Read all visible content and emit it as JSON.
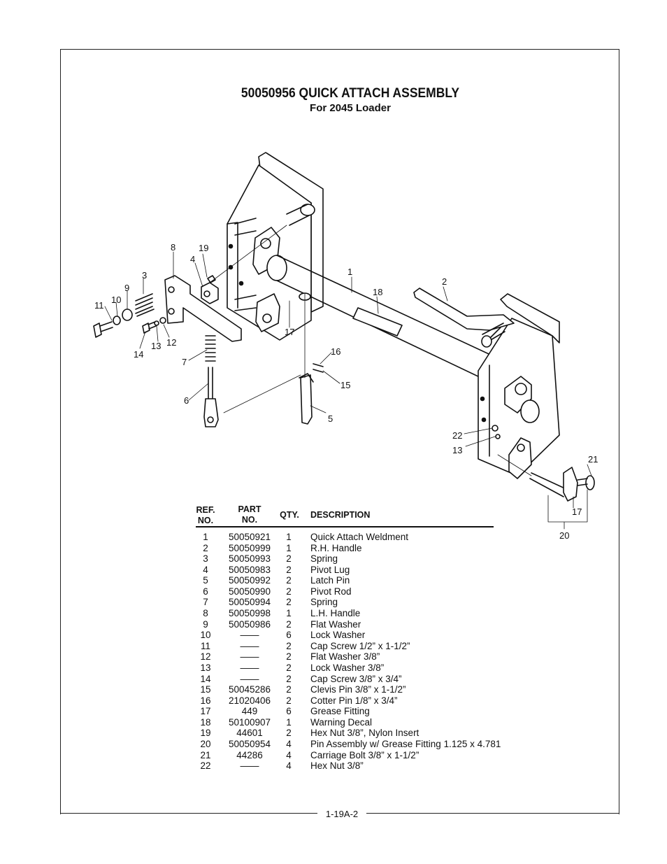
{
  "title": "50050956 QUICK ATTACH ASSEMBLY",
  "subtitle": "For 2045 Loader",
  "callouts": [
    "1",
    "2",
    "3",
    "4",
    "5",
    "6",
    "7",
    "8",
    "9",
    "10",
    "11",
    "12",
    "13",
    "14",
    "15",
    "16",
    "17",
    "18",
    "19",
    "20",
    "21",
    "22",
    "13",
    "17"
  ],
  "table": {
    "headers": {
      "ref_line1": "REF.",
      "ref_line2": "NO.",
      "part_line1": "PART",
      "part_line2": "NO.",
      "qty": "QTY.",
      "desc": "DESCRIPTION"
    },
    "rows": [
      {
        "ref": "1",
        "part": "50050921",
        "qty": "1",
        "desc": "Quick Attach Weldment"
      },
      {
        "ref": "2",
        "part": "50050999",
        "qty": "1",
        "desc": "R.H. Handle"
      },
      {
        "ref": "3",
        "part": "50050993",
        "qty": "2",
        "desc": "Spring"
      },
      {
        "ref": "4",
        "part": "50050983",
        "qty": "2",
        "desc": "Pivot Lug"
      },
      {
        "ref": "5",
        "part": "50050992",
        "qty": "2",
        "desc": "Latch Pin"
      },
      {
        "ref": "6",
        "part": "50050990",
        "qty": "2",
        "desc": "Pivot Rod"
      },
      {
        "ref": "7",
        "part": "50050994",
        "qty": "2",
        "desc": "Spring"
      },
      {
        "ref": "8",
        "part": "50050998",
        "qty": "1",
        "desc": "L.H. Handle"
      },
      {
        "ref": "9",
        "part": "50050986",
        "qty": "2",
        "desc": "Flat Washer"
      },
      {
        "ref": "10",
        "part": "——",
        "qty": "6",
        "desc": "Lock Washer"
      },
      {
        "ref": "11",
        "part": "——",
        "qty": "2",
        "desc": "Cap Screw 1/2” x 1-1/2”"
      },
      {
        "ref": "12",
        "part": "——",
        "qty": "2",
        "desc": "Flat Washer 3/8”"
      },
      {
        "ref": "13",
        "part": "——",
        "qty": "2",
        "desc": "Lock Washer 3/8”"
      },
      {
        "ref": "14",
        "part": "——",
        "qty": "2",
        "desc": "Cap Screw 3/8” x 3/4”"
      },
      {
        "ref": "15",
        "part": "50045286",
        "qty": "2",
        "desc": "Clevis Pin 3/8” x 1-1/2”"
      },
      {
        "ref": "16",
        "part": "21020406",
        "qty": "2",
        "desc": "Cotter Pin 1/8” x 3/4”"
      },
      {
        "ref": "17",
        "part": "449",
        "qty": "6",
        "desc": "Grease Fitting"
      },
      {
        "ref": "18",
        "part": "50100907",
        "qty": "1",
        "desc": "Warning Decal"
      },
      {
        "ref": "19",
        "part": "44601",
        "qty": "2",
        "desc": "Hex Nut 3/8”, Nylon Insert"
      },
      {
        "ref": "20",
        "part": "50050954",
        "qty": "4",
        "desc": "Pin Assembly w/ Grease Fitting 1.125 x 4.781"
      },
      {
        "ref": "21",
        "part": "44286",
        "qty": "4",
        "desc": "Carriage Bolt 3/8” x 1-1/2”"
      },
      {
        "ref": "22",
        "part": "——",
        "qty": "4",
        "desc": "Hex Nut 3/8”"
      }
    ]
  },
  "page_number": "1-19A-2"
}
